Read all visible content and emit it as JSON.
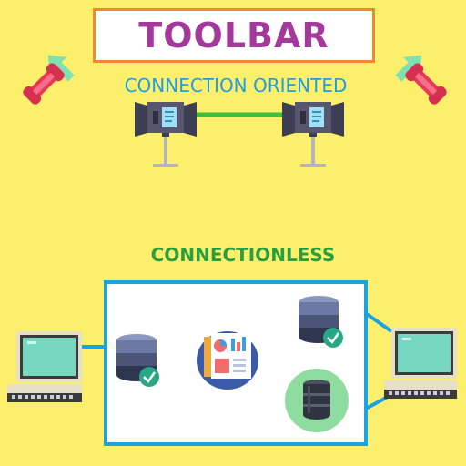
{
  "title": "TOOLBAR",
  "connection_oriented": {
    "label": "CONNECTION ORIENTED",
    "icons": [
      "phone-left-icon",
      "phone-right-icon",
      "phone-booth-left-icon",
      "phone-booth-right-icon"
    ]
  },
  "connectionless": {
    "label": "CONNECTIONLESS",
    "icons": [
      "computer-left-icon",
      "computer-right-icon",
      "database-check-icon",
      "report-icon",
      "database-check-icon",
      "oil-barrel-icon"
    ]
  },
  "colors": {
    "background": "#fcef6b",
    "title_text": "#a4399c",
    "title_border": "#ef8a2a",
    "connection_oriented_text": "#1f9ee3",
    "connectionless_text": "#2a9e3e",
    "box_border": "#1aa3e3",
    "link_green": "#3cbf3c"
  }
}
